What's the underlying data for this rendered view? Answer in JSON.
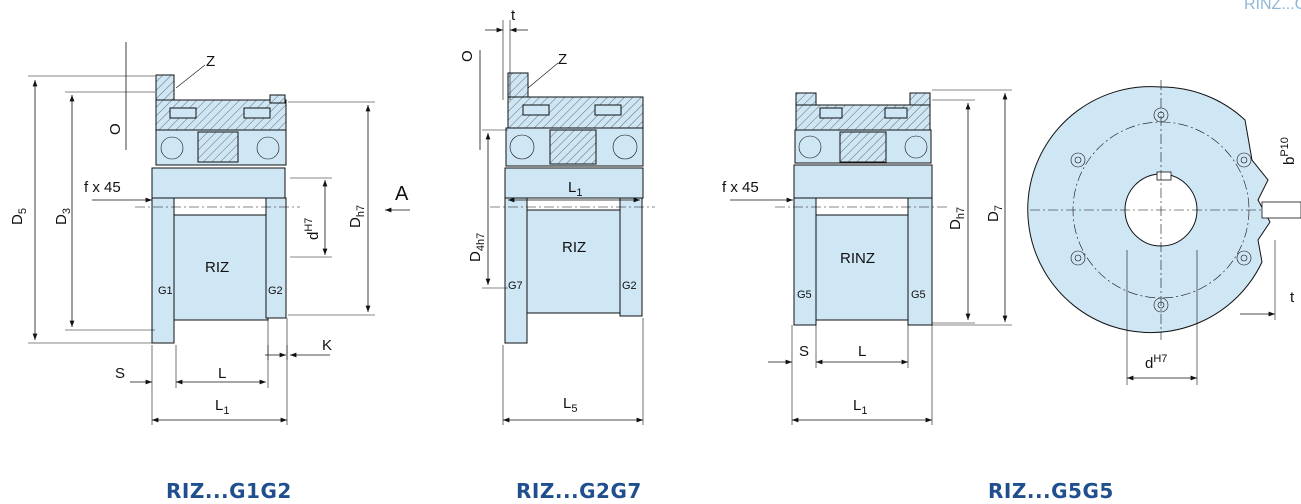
{
  "header_code": "RINZ...G",
  "views": [
    {
      "caption": "RIZ...G1G2",
      "body_label": "RIZ",
      "dims": {
        "D5": "D",
        "D5_sub": "5",
        "D3": "D",
        "D3_sub": "3",
        "O": "O",
        "Z": "Z",
        "fx45": "f x 45",
        "dH7": "d",
        "dH7_sup": "H7",
        "Dh7": "D",
        "Dh7_sub": "h7",
        "A": "A",
        "G1": "G1",
        "G2": "G2",
        "K": "K",
        "S": "S",
        "L": "L",
        "L1": "L",
        "L1_sub": "1"
      }
    },
    {
      "caption": "RIZ...G2G7",
      "body_label": "RIZ",
      "dims": {
        "t": "t",
        "O": "O",
        "Z": "Z",
        "D4h7": "D",
        "D4h7_sub": "4h7",
        "L1": "L",
        "L1_sub": "1",
        "G7": "G7",
        "G2": "G2",
        "L5": "L",
        "L5_sub": "5"
      }
    },
    {
      "caption": "RIZ...G5G5",
      "body_label": "RINZ",
      "dims": {
        "fx45": "f x 45",
        "Dh7": "D",
        "Dh7_sub": "h7",
        "D7": "D",
        "D7_sub": "7",
        "G5a": "G5",
        "G5b": "G5",
        "S": "S",
        "L": "L",
        "L1": "L",
        "L1_sub": "1"
      }
    }
  ],
  "end_view": {
    "dH7": "d",
    "dH7_sup": "H7",
    "bP10": "b",
    "bP10_sup": "P10",
    "t": "t"
  }
}
